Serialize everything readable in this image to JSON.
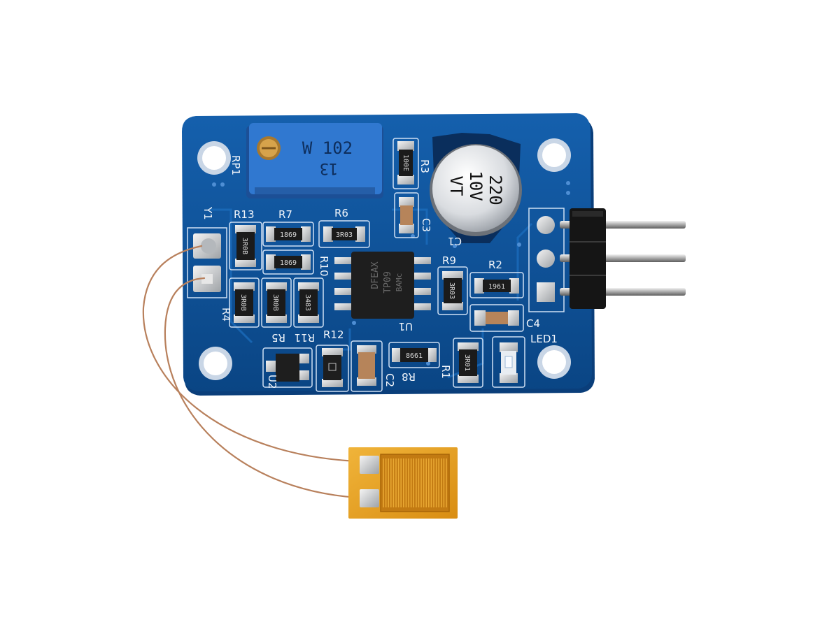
{
  "board": {
    "pot_label": "RP1",
    "pot_marking_line1": "W 102",
    "pot_marking_line2": "13",
    "cap_label": "C1",
    "cap_marking_line1": "220",
    "cap_marking_line2": "10V",
    "cap_marking_line3": "VT",
    "labels": {
      "r13": "R13",
      "r7": "R7",
      "r6": "R6",
      "r3": "R3",
      "c3": "C3",
      "y1": "Y1",
      "r10": "R10",
      "r9": "R9",
      "r2": "R2",
      "c4": "C4",
      "r4": "R4",
      "r5": "R5",
      "r11": "R11",
      "r12": "R12",
      "u1": "U1",
      "r1": "R1",
      "led1": "LED1",
      "u2": "U2",
      "c2": "C2",
      "r8": "R8"
    },
    "resistor_markings": {
      "r13": "3R0B",
      "r7": "1869",
      "r6": "3R03",
      "r3": "100E",
      "r10": "1869",
      "r9": "3R03",
      "r2": "1961",
      "r4": "3R0B",
      "r5": "3R0B",
      "r11": "3483",
      "r8": "8661",
      "r1": "3R01"
    },
    "ic_marking_line1": "DFEAX",
    "ic_marking_line2": "TP09",
    "ic_marking_line3": "BAMc",
    "header_pin_count": 3
  },
  "colors": {
    "pcb": "#0d4f93",
    "pcb_dark": "#083a72",
    "pot_body": "#2f72c9",
    "gauge": "#e6a020",
    "copper_wire": "#b8805c"
  }
}
